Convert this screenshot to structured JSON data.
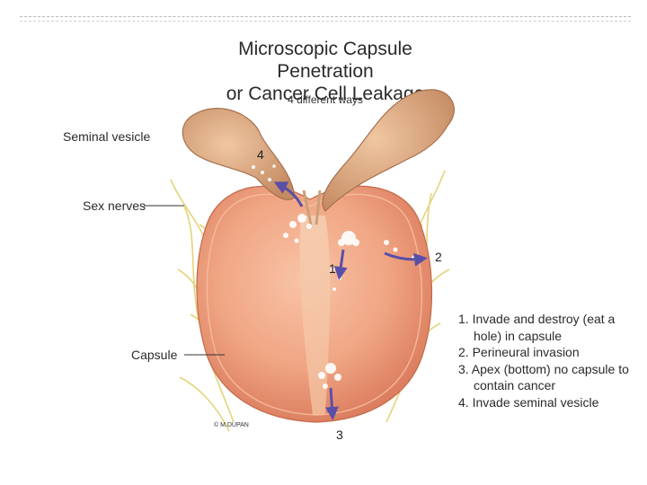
{
  "title_line1": "Microscopic Capsule Penetration",
  "title_line2": "or Cancer Cell Leakage",
  "subtitle": "4 different ways",
  "labels": {
    "seminal_vesicle": "Seminal vesicle",
    "sex_nerves": "Sex nerves",
    "capsule": "Capsule"
  },
  "markers": [
    "1",
    "2",
    "3",
    "4"
  ],
  "copyright": "© M.DUPAN",
  "legend": [
    "1. Invade and destroy (eat a hole) in capsule",
    "2. Perineural invasion",
    "3. Apex (bottom) no capsule to contain cancer",
    "4. Invade seminal vesicle"
  ],
  "colors": {
    "prostate": "#f0a684",
    "vesicle": "#d9a27c",
    "arrow": "#5a4fa8",
    "nerve": "#e5d37a"
  }
}
